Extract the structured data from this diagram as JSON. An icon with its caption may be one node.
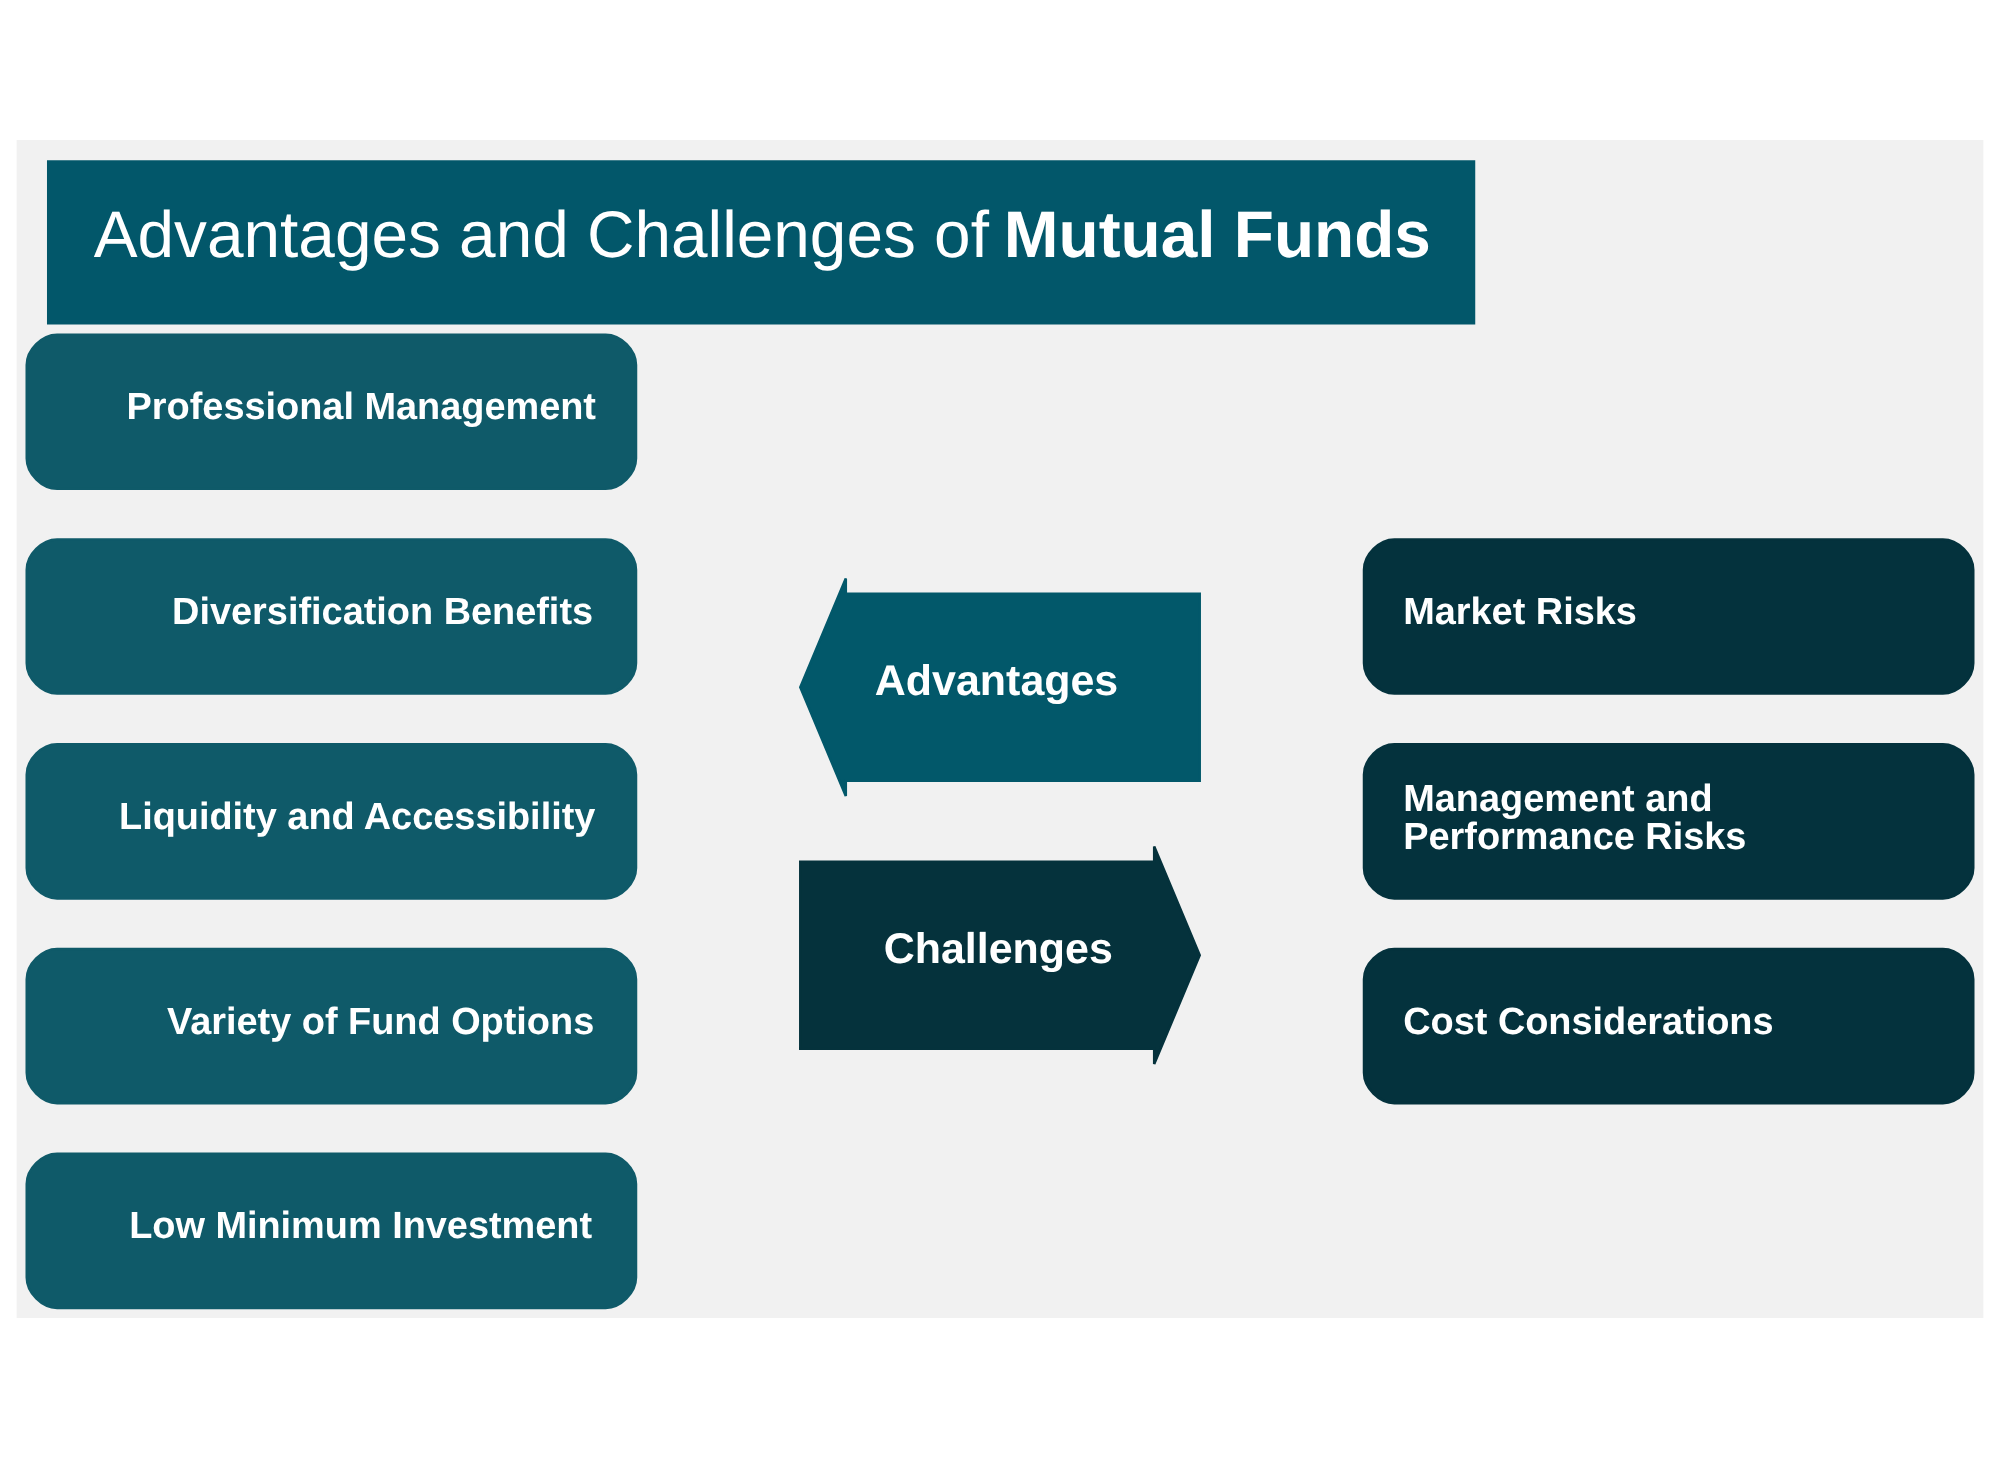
{
  "diagram": {
    "title": "Advantages and Challenges of **Mutual Funds**",
    "nodes": [
      {
        "text": [
          "Professional Management"
        ]
      },
      {
        "text": [
          "Diversification Benefits"
        ]
      },
      {
        "text": [
          "Liquidity and Accessibility"
        ]
      },
      {
        "text": [
          "Variety of Fund Options"
        ]
      },
      {
        "text": [
          "Low Minimum Investment"
        ]
      },
      {
        "text": [
          "Advantages"
        ]
      },
      {
        "text": [
          "Challenges"
        ]
      },
      {
        "text": [
          "Market Risks"
        ]
      },
      {
        "text": [
          "Management and Performance Risks"
        ]
      },
      {
        "text": [
          "Cost Considerations"
        ]
      }
    ]
  }
}
